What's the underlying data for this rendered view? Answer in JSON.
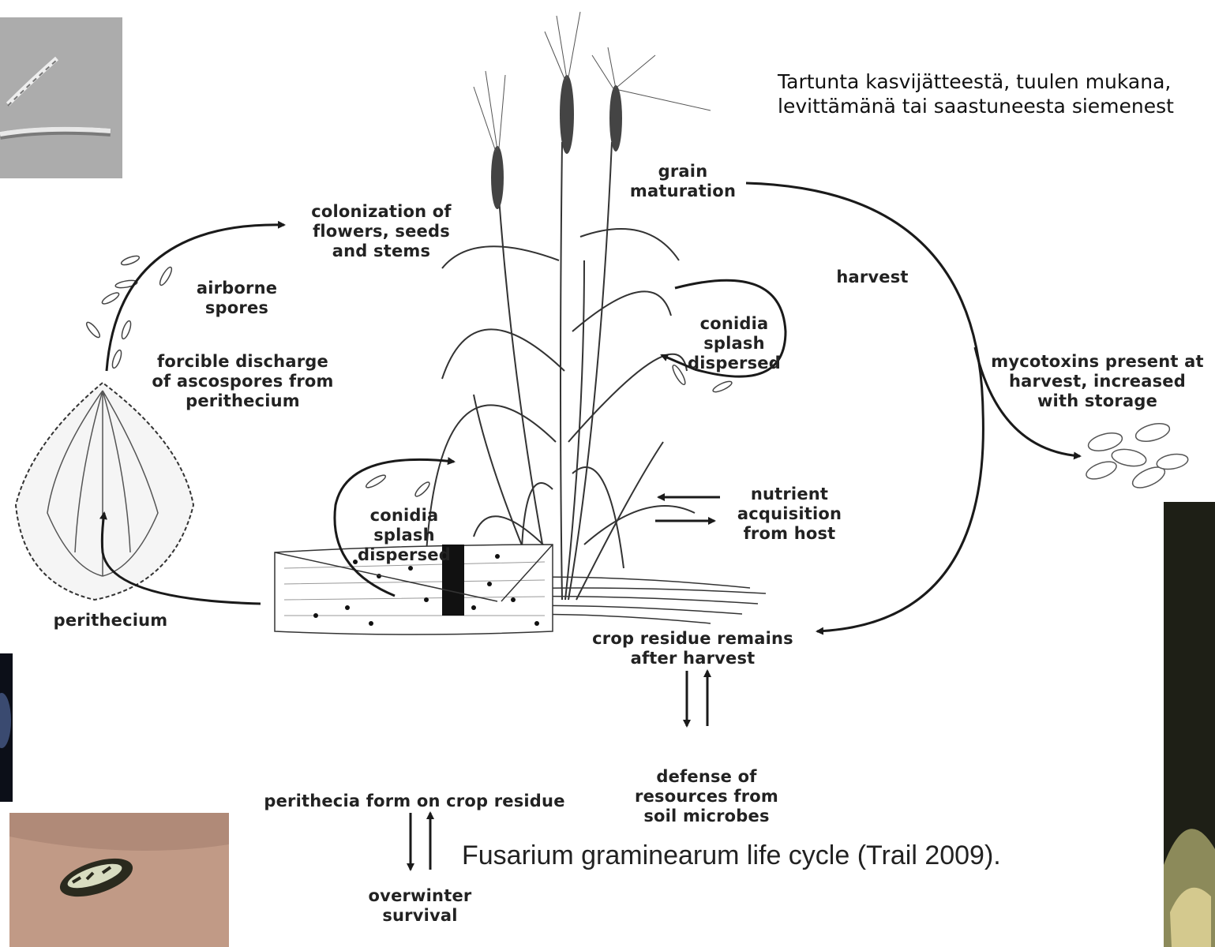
{
  "header": {
    "note_line1": "Tartunta kasvijätteestä, tuulen mukana,",
    "note_line2": "levittämänä tai saastuneesta siemenest"
  },
  "caption": "Fusarium graminearum life cycle (Trail 2009).",
  "labels": {
    "colonization": [
      "colonization of",
      "flowers, seeds",
      "and stems"
    ],
    "airborne": [
      "airborne",
      "spores"
    ],
    "discharge": [
      "forcible discharge",
      "of ascospores from",
      "perithecium"
    ],
    "perithecium": "perithecium",
    "grain_maturation": [
      "grain",
      "maturation"
    ],
    "harvest": "harvest",
    "conidia_right": [
      "conidia",
      "splash",
      "dispersed"
    ],
    "conidia_left": [
      "conidia",
      "splash",
      "dispersed"
    ],
    "mycotoxins": [
      "mycotoxins present at",
      "harvest, increased",
      "with storage"
    ],
    "nutrient": [
      "nutrient",
      "acquisition",
      "from host"
    ],
    "crop_residue_remains": [
      "crop residue remains",
      "after harvest"
    ],
    "defense": [
      "defense of",
      "resources from",
      "soil microbes"
    ],
    "perithecia_form": "perithecia form on crop residue",
    "overwinter": [
      "overwinter",
      "survival"
    ]
  },
  "colors": {
    "ink": "#1a1a1a",
    "photo_grey": "#a9a9a9",
    "photo_dark": "#1d1d14",
    "photo_skin": "#c49a88"
  }
}
